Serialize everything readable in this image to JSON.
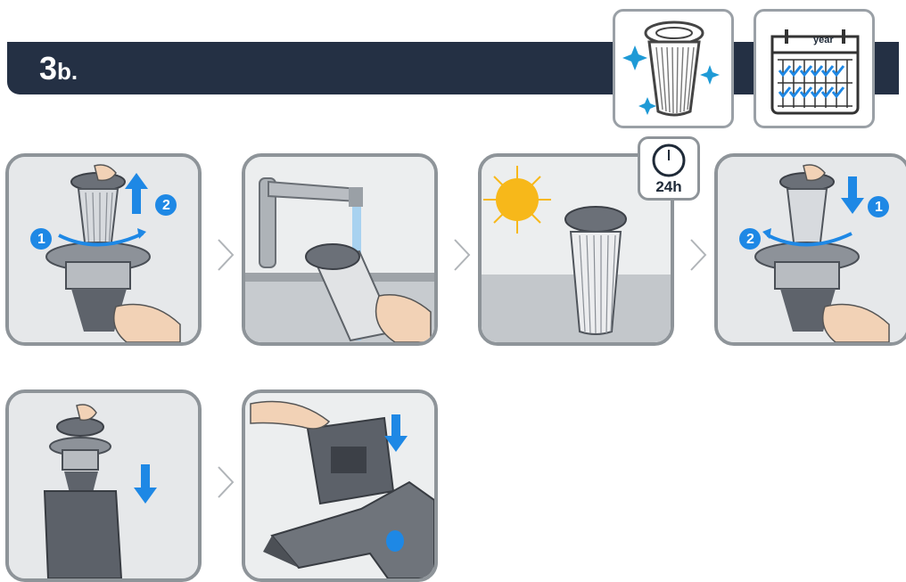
{
  "header": {
    "step_number": "3",
    "step_suffix": "b."
  },
  "icons": {
    "clean_filter": "sparkling-filter-icon",
    "calendar": "calendar-icon",
    "calendar_label": "year"
  },
  "timer": {
    "label": "24h",
    "icon": "clock-icon"
  },
  "steps": [
    {
      "marker_1": "1",
      "marker_2": "2"
    },
    {},
    {},
    {
      "marker_1": "1",
      "marker_2": "2"
    },
    {},
    {}
  ],
  "colors": {
    "header": "#243044",
    "accent_blue": "#1e88e5",
    "panel_border": "#8e9499"
  }
}
